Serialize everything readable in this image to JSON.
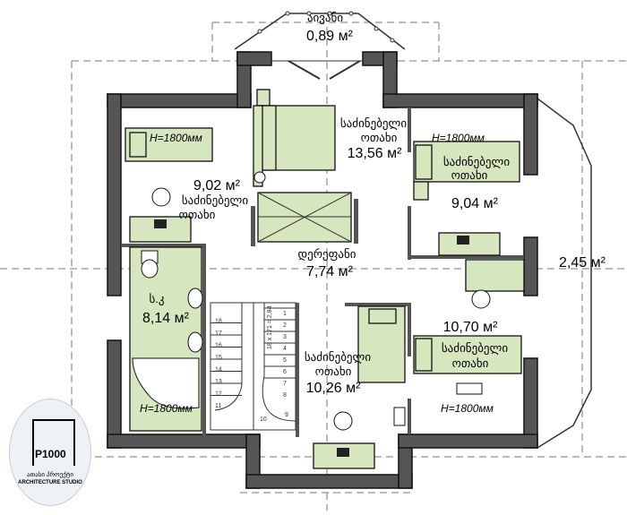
{
  "rooms": {
    "balcony_top": {
      "name": "აივანი",
      "area": "0,89 м²"
    },
    "bedroom_center": {
      "name_line1": "საძინებელი",
      "name_line2": "ოთახი",
      "area": "13,56 м²"
    },
    "bedroom_left": {
      "name_line1": "საძინებელი",
      "name_line2": "ოთახი",
      "area": "9,02 м²"
    },
    "bedroom_right": {
      "name_line1": "საძინებელი",
      "name_line2": "ოთახი",
      "area": "9,04 м²"
    },
    "corridor": {
      "name": "დერეფანი",
      "area": "7,74 м²"
    },
    "balcony_right": {
      "area": "2,45 м²"
    },
    "bathroom": {
      "name": "ს.კ",
      "area": "8,14 м²"
    },
    "bedroom_lower_right": {
      "name_line1": "საძინებელი",
      "name_line2": "ოთახი",
      "area": "10,70 м²"
    },
    "bedroom_lower_center": {
      "name_line1": "საძინებელი",
      "name_line2": "ოთახი",
      "area": "10,26 м²"
    }
  },
  "window_heights": {
    "top_left": "H=1800мм",
    "top_right": "H=1800мм",
    "bottom_left": "H=1800мм",
    "bottom_right": "H=1800мм"
  },
  "stairs": {
    "steps": [
      "1",
      "2",
      "3",
      "4",
      "5",
      "6",
      "7",
      "8",
      "9",
      "10",
      "11",
      "12",
      "13",
      "14",
      "15",
      "16",
      "17",
      "18"
    ],
    "note": "18 x 171 = 2,84"
  },
  "logo": {
    "mark": "P1000",
    "subtitle_ka": "ათასი პროექტი",
    "subtitle_en": "ARCHITECTURE STUDIO"
  },
  "colors": {
    "wall": "#555555",
    "furniture": "#d6e6bf"
  }
}
